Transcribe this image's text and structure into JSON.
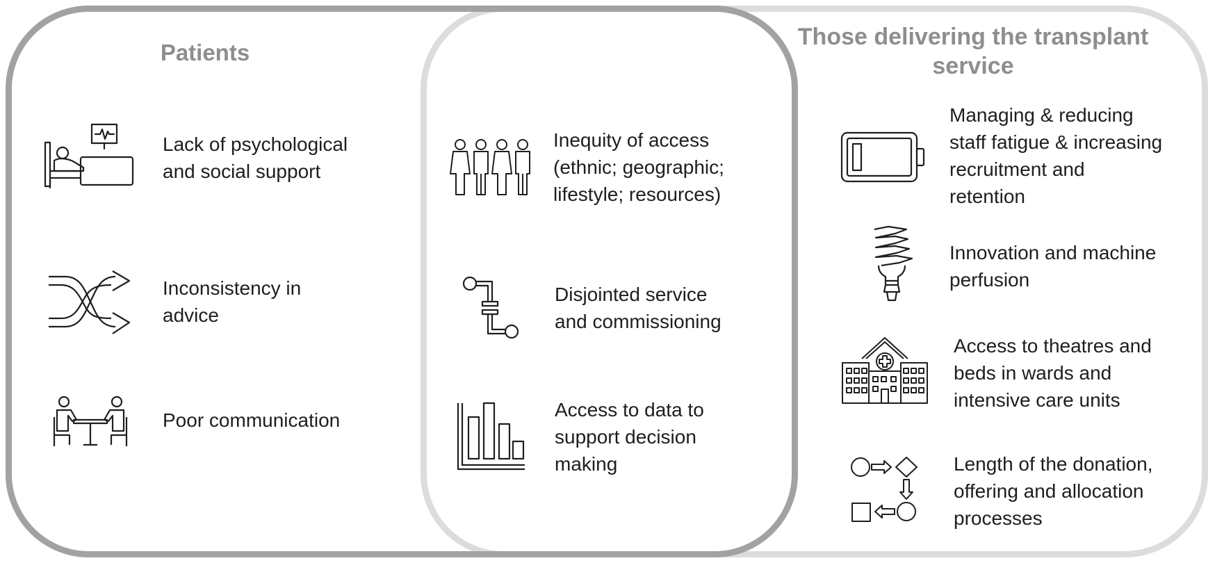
{
  "panels": {
    "patients": {
      "title": "Patients",
      "items": [
        {
          "text": "Lack of psychological\nand social support",
          "icon": "hospital-bed-monitor-icon"
        },
        {
          "text": "Inconsistency in\nadvice",
          "icon": "shuffle-arrows-icon"
        },
        {
          "text": "Poor communication",
          "icon": "meeting-table-icon"
        }
      ]
    },
    "shared": {
      "items": [
        {
          "text": "Inequity of access\n(ethnic; geographic;\nlifestyle; resources)",
          "icon": "people-group-icon"
        },
        {
          "text": "Disjointed service\nand commissioning",
          "icon": "disjointed-pipe-icon"
        },
        {
          "text": "Access to data to\nsupport decision\nmaking",
          "icon": "bar-chart-icon"
        }
      ]
    },
    "staff": {
      "title": "Those delivering the transplant\nservice",
      "items": [
        {
          "text": "Managing & reducing\nstaff fatigue & increasing\nrecruitment and\nretention",
          "icon": "low-battery-icon"
        },
        {
          "text": "Innovation and machine\nperfusion",
          "icon": "lightbulb-icon"
        },
        {
          "text": "Access to theatres and\nbeds in wards and\nintensive care units",
          "icon": "hospital-building-icon"
        },
        {
          "text": "Length of the donation,\noffering and allocation\nprocesses",
          "icon": "process-flow-icon"
        }
      ]
    }
  },
  "colors": {
    "patients_border": "#a2a2a2",
    "staff_border": "#dcdcdc",
    "heading": "#8e8e8e",
    "text": "#1e1e1e"
  }
}
